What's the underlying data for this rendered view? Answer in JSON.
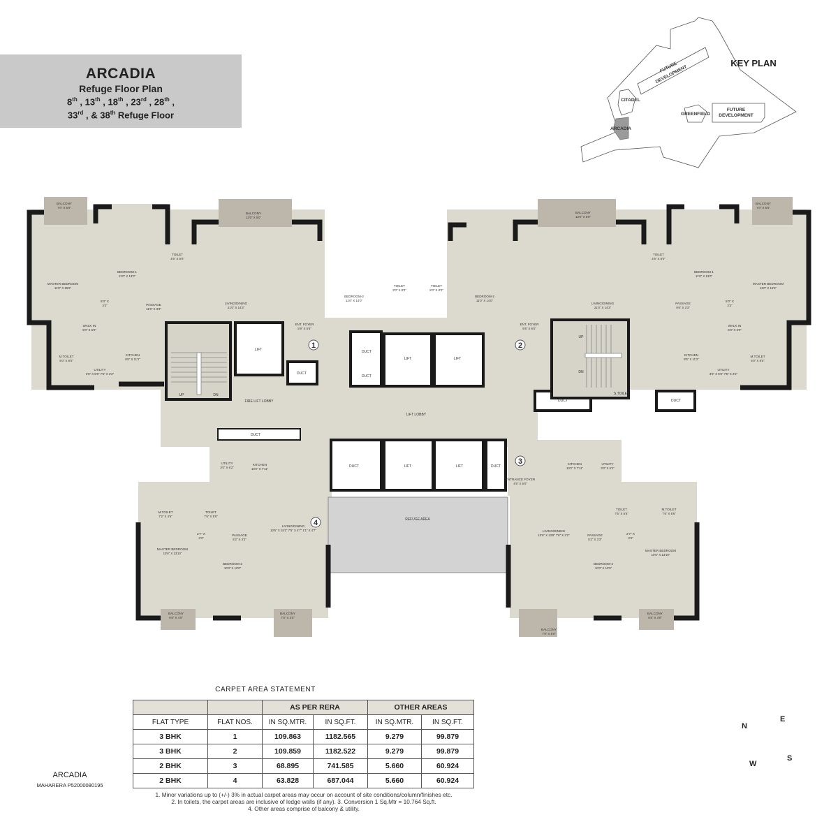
{
  "title": {
    "project": "ARCADIA",
    "plan": "Refuge Floor Plan",
    "floors_line1": [
      "8",
      "th",
      "13",
      "th",
      "18",
      "th",
      "23",
      "rd",
      "28",
      "th"
    ],
    "floors_line2": [
      "33",
      "rd",
      "38",
      "th"
    ],
    "refuge_floor": "Refuge Floor"
  },
  "key_plan": {
    "title": "KEY PLAN",
    "labels": [
      "FUTURE",
      "DEVELOPMENT",
      "CITADEL",
      "ARCADIA",
      "GREENFIELD",
      "FUTURE",
      "DEVELOPMENT"
    ],
    "highlight_color": "#9a9a9a"
  },
  "floor_plan": {
    "colors": {
      "floor": "#dcd9cf",
      "wall": "#1a1a1a",
      "balcony": "#bdb7ab",
      "refuge": "#d3d3d3",
      "lift": "#ffffff"
    },
    "flat_numbers": [
      "1",
      "2",
      "3",
      "4"
    ],
    "rooms": [
      [
        "BALCONY",
        "7'0\" X 5'0\""
      ],
      [
        "MASTER BEDROOM",
        "11'0\" X 15'6\""
      ],
      [
        "BEDROOM-1",
        "11'0\" X 13'0\""
      ],
      [
        "TOILET",
        "4'6\" X 8'0\""
      ],
      [
        "PASSAGE",
        "11'6\" X 3'3\""
      ],
      [
        "5'0\" X",
        "3'3\""
      ],
      [
        "LIVING/DINING",
        "21'0\" X 14'3\""
      ],
      [
        "BALCONY",
        "13'0\" X 5'0\""
      ],
      [
        "WALK IN",
        "5'0\" X 6'0\""
      ],
      [
        "M.TOILET",
        "5'0\" X 8'0\""
      ],
      [
        "KITCHEN",
        "8'6\" X 11'2\""
      ],
      [
        "UTILITY",
        "3'6\" X 5'6\" 7'5\" X 2'2\""
      ],
      [
        "ENT. FOYER",
        "5'9\" X 5'6\""
      ],
      [
        "BEDROOM-2",
        "11'0\" X 14'0\""
      ],
      [
        "TOILET",
        "3'0\" X 8'0\""
      ],
      [
        "TOILET",
        "5'0\" X 8'0\""
      ],
      [
        "BEDROOM-2",
        "11'0\" X 14'0\""
      ],
      [
        "BALCONY",
        "13'0\" X 5'0\""
      ],
      [
        "LIVING/DINING",
        "21'0\" X 14'3\""
      ],
      [
        "TOILET",
        "4'6\" X 8'0\""
      ],
      [
        "BEDROOM-1",
        "11'0\" X 13'0\""
      ],
      [
        "BALCONY",
        "7'0\" X 5'0\""
      ],
      [
        "MASTER BEDROOM",
        "11'0\" X 15'6\""
      ],
      [
        "PASSAGE",
        "9'6\" X 3'3\""
      ],
      [
        "5'0\" X",
        "3'3\""
      ],
      [
        "WALK IN",
        "5'0\" X 6'0\""
      ],
      [
        "M.TOILET",
        "5'0\" X 8'0\""
      ],
      [
        "KITCHEN",
        "8'5\" X 11'2\""
      ],
      [
        "UTILITY",
        "3'6\" X 5'6\" 7'5\" X 2'2\""
      ],
      [
        "ENT. FOYER",
        "5'6\" X 6'6\""
      ],
      [
        "UTILITY",
        "3'0\" X 6'2\""
      ],
      [
        "KITCHEN",
        "10'2\" X 7'11\""
      ],
      [
        "M.TOILET",
        "7'2\" X 4'6\""
      ],
      [
        "TOILET",
        "7'6\" X 5'6\""
      ],
      [
        "PASSAGE",
        "6'2\" X 3'3\""
      ],
      [
        "2'7\" X",
        "3'3\""
      ],
      [
        "MASTER BEDROOM",
        "10'6\" X 13'10\""
      ],
      [
        "BEDROOM-2",
        "10'3\" X 10'0\""
      ],
      [
        "LIVING/DINING",
        "10'6\" X 15'1\" 7'5\" X 4'7\" 1'1\" X 4'7\""
      ],
      [
        "BALCONY",
        "6'6\" X 4'0\""
      ],
      [
        "BALCONY",
        "7'0\" X 3'0\""
      ],
      [
        "KITCHEN",
        "10'2\" X 7'11\""
      ],
      [
        "UTILITY",
        "3'0\" X 6'2\""
      ],
      [
        "ENTRANCE FOYER",
        "4'5\" X 6'0\""
      ],
      [
        "TOILET",
        "7'6\" X 5'6\""
      ],
      [
        "M.TOILET",
        "7'6\" X 5'6\""
      ],
      [
        "LIVING/DINING",
        "10'6\" X 13'8\" 7'8\" X 3'2\""
      ],
      [
        "PASSAGE",
        "5'2\" X 3'3\""
      ],
      [
        "2'7\" X",
        "3'3\""
      ],
      [
        "MASTER BEDROOM",
        "10'6\" X 13'10\""
      ],
      [
        "BEDROOM-2",
        "10'0\" X 13'5\""
      ],
      [
        "BALCONY",
        "7'0\" X 5'0\""
      ],
      [
        "BALCONY",
        "6'6\" X 4'0\""
      ]
    ],
    "core": [
      "LIFT",
      "DUCT",
      "FIRE LIFT LOBBY",
      "UP",
      "DN",
      "DUCT",
      "DUCT",
      "LIFT",
      "LIFT",
      "LIFT LOBBY",
      "UP",
      "DN",
      "DUCT",
      "S.TOILET",
      "DUCT",
      "DUCT",
      "DUCT",
      "LIFT",
      "LIFT",
      "DUCT",
      "REFUGE AREA"
    ]
  },
  "carpet_area": {
    "title": "CARPET AREA STATEMENT",
    "group_headers": [
      "AS PER RERA",
      "OTHER AREAS"
    ],
    "columns": [
      "FLAT TYPE",
      "FLAT NOS.",
      "IN SQ.MTR.",
      "IN SQ.FT.",
      "IN SQ.MTR.",
      "IN SQ.FT."
    ],
    "rows": [
      [
        "3 BHK",
        "1",
        "109.863",
        "1182.565",
        "9.279",
        "99.879"
      ],
      [
        "3 BHK",
        "2",
        "109.859",
        "1182.522",
        "9.279",
        "99.879"
      ],
      [
        "2 BHK",
        "3",
        "68.895",
        "741.585",
        "5.660",
        "60.924"
      ],
      [
        "2 BHK",
        "4",
        "63.828",
        "687.044",
        "5.660",
        "60.924"
      ]
    ],
    "notes": [
      "1. Minor variations up to (+/-) 3% in actual carpet areas may occur on account of site conditions/column/finishes etc.",
      "2. In toilets, the carpet areas are inclusive of ledge walls (if any). 3. Conversion 1 Sq.Mtr = 10.764 Sq.ft.",
      "4. Other areas comprise of balcony & utility."
    ]
  },
  "qr": {
    "label": "ARCADIA",
    "rera": "MAHARERA P52000080195"
  },
  "compass": {
    "n": "N",
    "e": "E",
    "s": "S",
    "w": "W"
  }
}
